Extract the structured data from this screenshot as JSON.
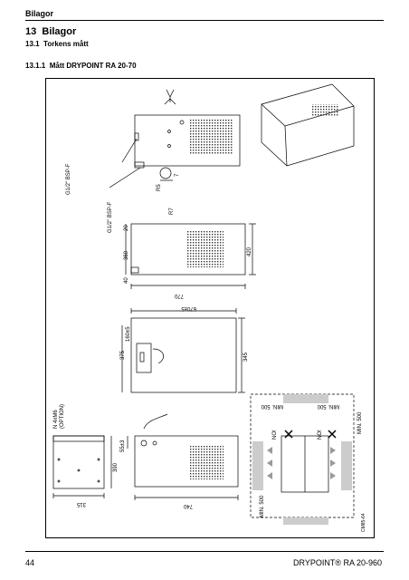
{
  "header": {
    "section": "Bilagor"
  },
  "chapter": {
    "number": "13",
    "title": "Bilagor"
  },
  "section": {
    "number": "13.1",
    "title": "Torkens mått"
  },
  "subsection": {
    "number": "13.1.1",
    "title": "Mått DRYPOINT RA 20-70"
  },
  "drawing": {
    "dims": {
      "len770": "770",
      "h420": "420",
      "h360": "360",
      "d20": "20",
      "d40": "40",
      "w670": "670±5",
      "h345": "345",
      "h375": "375",
      "d160": "160±5",
      "w315": "315",
      "h390": "390",
      "d55": "55±3",
      "w740": "740",
      "r5": "R5",
      "r7": "R7",
      "d7": "7"
    },
    "labels": {
      "pipe1": "G1/2\" BSP-F",
      "pipe2": "G1/2\" BSP-F",
      "n4mm": "N 4xM6",
      "option": "(OPTION)",
      "min500a": "MIN. 500",
      "min500b": "MIN. 500",
      "min500c": "MIN. 500",
      "min500d": "MIN. 500",
      "no1": "NO!",
      "no2": "NO!",
      "code": "CM85-64"
    }
  },
  "footer": {
    "page": "44",
    "product": "DRYPOINT® RA 20-960"
  }
}
